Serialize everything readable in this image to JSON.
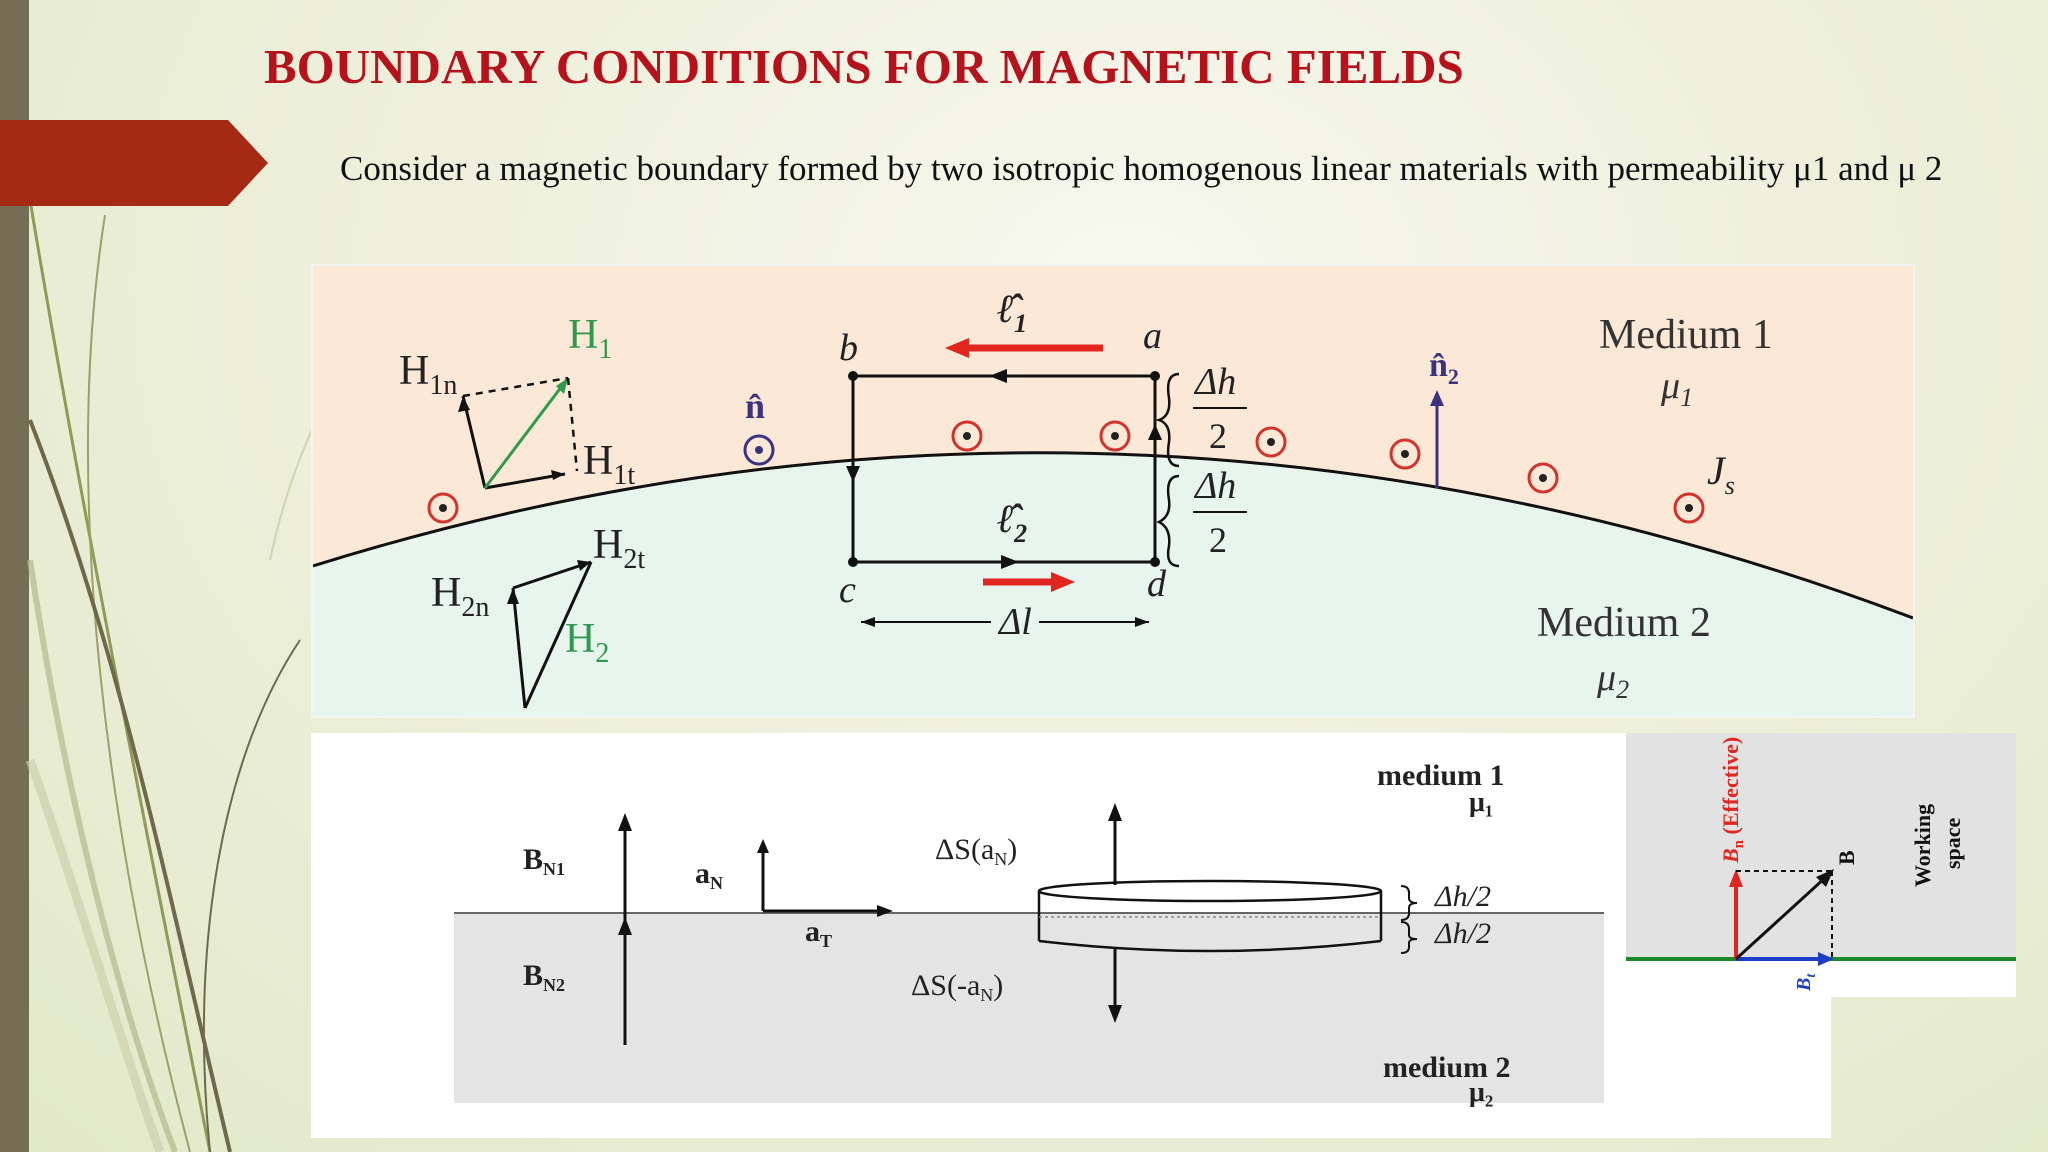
{
  "slide": {
    "title": "BOUNDARY CONDITIONS FOR MAGNETIC FIELDS",
    "body_text": "Consider a magnetic boundary formed by two isotropic homogenous linear materials with permeability μ1 and μ 2"
  },
  "colors": {
    "title": "#b5121b",
    "banner": "#a52a14",
    "sidebar": "#756e55",
    "medium1_fill": "#fce8d6",
    "medium2_fill": "#e8f4ee",
    "h1_green": "#2f9a4c",
    "arrow_red": "#e0261e"
  },
  "figure1": {
    "medium1": "Medium 1",
    "mu1": "μ",
    "mu1_sub": "1",
    "medium2": "Medium 2",
    "mu2": "μ",
    "mu2_sub": "2",
    "h1": "H",
    "h1_sub": "1",
    "h1n": "H",
    "h1n_sub": "1n",
    "h1t": "H",
    "h1t_sub": "1t",
    "h2": "H",
    "h2_sub": "2",
    "h2n": "H",
    "h2n_sub": "2n",
    "h2t": "H",
    "h2t_sub": "2t",
    "n_hat": "n̂",
    "n2_hat": "n̂",
    "n2_sub": "2",
    "l1": "ℓ̂",
    "l1_sub": "1",
    "l2": "ℓ̂",
    "l2_sub": "2",
    "corner_a": "a",
    "corner_b": "b",
    "corner_c": "c",
    "corner_d": "d",
    "delta_h": "Δh",
    "two": "2",
    "delta_l": "Δl",
    "js": "J",
    "js_sub": "s"
  },
  "figure2": {
    "medium1": "medium 1",
    "mu1": "μ₁",
    "medium2": "medium 2",
    "mu2": "μ₂",
    "bn1": "B",
    "bn1_sub": "N1",
    "bn2": "B",
    "bn2_sub": "N2",
    "an": "a",
    "an_sub": "N",
    "at": "a",
    "at_sub": "T",
    "ds_up": "ΔS(a",
    "ds_up_sub": "N",
    "ds_up_end": ")",
    "ds_down": "ΔS(-a",
    "ds_down_sub": "N",
    "ds_down_end": ")",
    "dh2_top": "Δh/2",
    "dh2_bottom": "Δh/2"
  },
  "figure3": {
    "bn_label": "B",
    "bn_sub": "n",
    "bn_suffix": " (Effective)",
    "b_label": "B",
    "bt_label": "B",
    "bt_sub": "t",
    "working_space_1": "Working",
    "working_space_2": "space"
  }
}
